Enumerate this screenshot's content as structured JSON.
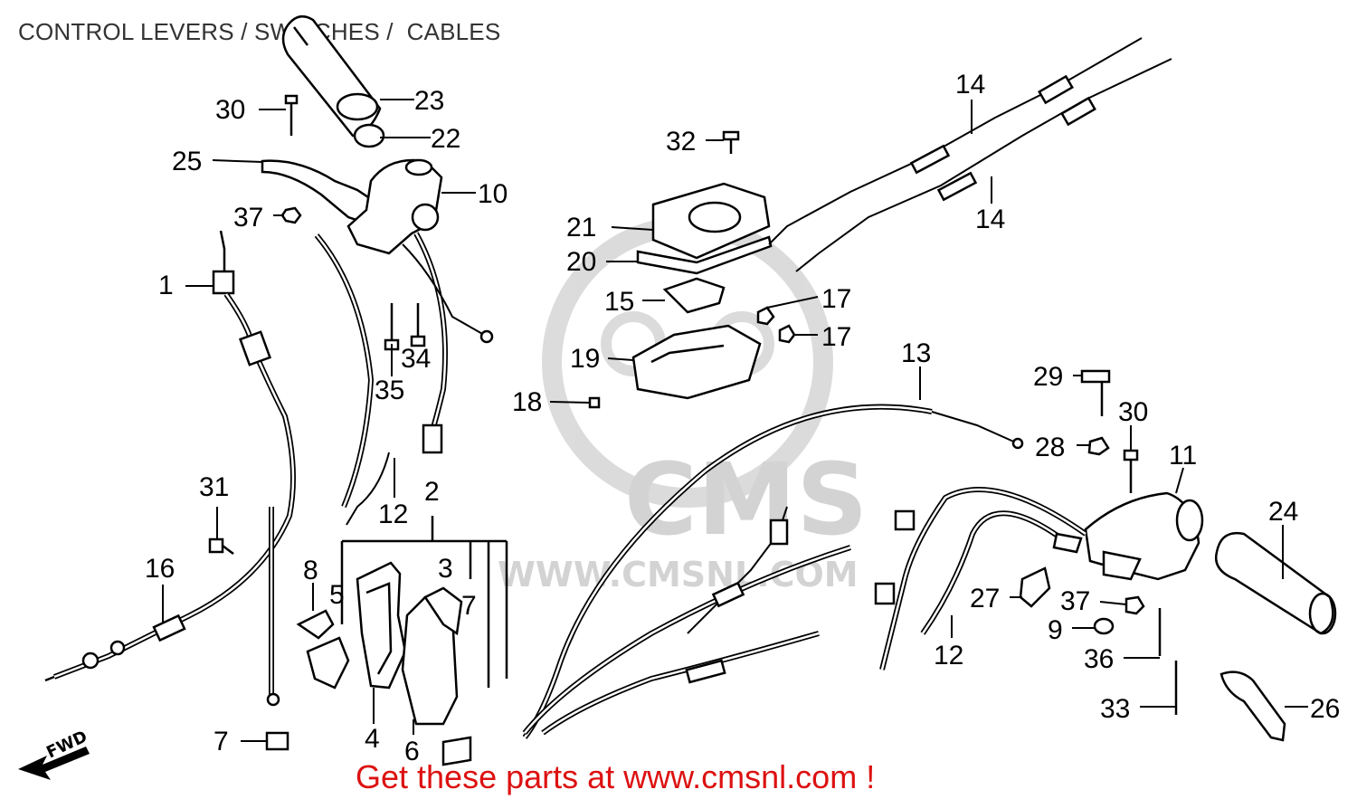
{
  "title": "CONTROL LEVERS / SWITCHES /  CABLES",
  "footer": "Get these parts at www.cmsnl.com !",
  "direction_label": "FWD",
  "watermark": {
    "logo_text": "CMS",
    "url_text": "WWW.CMSNL.COM"
  },
  "colors": {
    "footer_text": "#dd1111",
    "title_text": "#333333",
    "watermark": "#cfcfcf"
  },
  "callouts": [
    {
      "id": "c30a",
      "text": "30"
    },
    {
      "id": "c23",
      "text": "23"
    },
    {
      "id": "c22",
      "text": "22"
    },
    {
      "id": "c25",
      "text": "25"
    },
    {
      "id": "c10",
      "text": "10"
    },
    {
      "id": "c37a",
      "text": "37"
    },
    {
      "id": "c1",
      "text": "1"
    },
    {
      "id": "c34",
      "text": "34"
    },
    {
      "id": "c35",
      "text": "35"
    },
    {
      "id": "c12a",
      "text": "12"
    },
    {
      "id": "c2",
      "text": "2"
    },
    {
      "id": "c31",
      "text": "31"
    },
    {
      "id": "c16",
      "text": "16"
    },
    {
      "id": "c8",
      "text": "8"
    },
    {
      "id": "c5",
      "text": "5"
    },
    {
      "id": "c3",
      "text": "3"
    },
    {
      "id": "c7a",
      "text": "7"
    },
    {
      "id": "c7b",
      "text": "7"
    },
    {
      "id": "c4",
      "text": "4"
    },
    {
      "id": "c6",
      "text": "6"
    },
    {
      "id": "c32",
      "text": "32"
    },
    {
      "id": "c21",
      "text": "21"
    },
    {
      "id": "c20",
      "text": "20"
    },
    {
      "id": "c15",
      "text": "15"
    },
    {
      "id": "c17a",
      "text": "17"
    },
    {
      "id": "c17b",
      "text": "17"
    },
    {
      "id": "c19",
      "text": "19"
    },
    {
      "id": "c18",
      "text": "18"
    },
    {
      "id": "c14a",
      "text": "14"
    },
    {
      "id": "c14b",
      "text": "14"
    },
    {
      "id": "c13",
      "text": "13"
    },
    {
      "id": "c29",
      "text": "29"
    },
    {
      "id": "c30b",
      "text": "30"
    },
    {
      "id": "c28",
      "text": "28"
    },
    {
      "id": "c11",
      "text": "11"
    },
    {
      "id": "c24",
      "text": "24"
    },
    {
      "id": "c27",
      "text": "27"
    },
    {
      "id": "c37b",
      "text": "37"
    },
    {
      "id": "c9",
      "text": "9"
    },
    {
      "id": "c36",
      "text": "36"
    },
    {
      "id": "c12b",
      "text": "12"
    },
    {
      "id": "c33",
      "text": "33"
    },
    {
      "id": "c26",
      "text": "26"
    }
  ]
}
